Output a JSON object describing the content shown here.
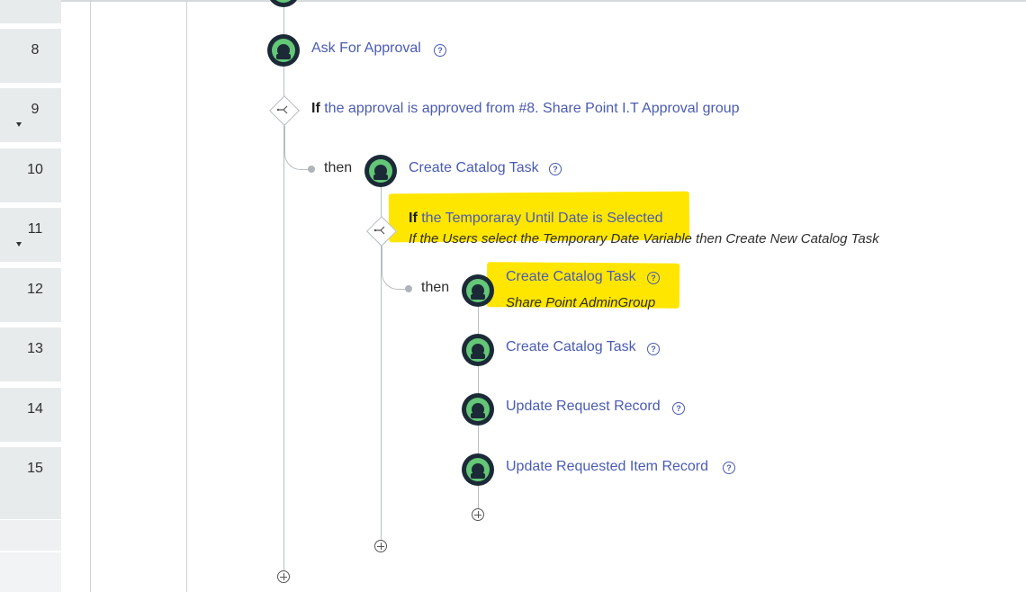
{
  "rows": [
    {
      "num": "8",
      "expandable": false
    },
    {
      "num": "9",
      "expandable": true
    },
    {
      "num": "10",
      "expandable": false
    },
    {
      "num": "11",
      "expandable": true
    },
    {
      "num": "12",
      "expandable": false
    },
    {
      "num": "13",
      "expandable": false
    },
    {
      "num": "14",
      "expandable": false
    },
    {
      "num": "15",
      "expandable": false
    }
  ],
  "steps": {
    "ask_approval": "Ask For Approval",
    "if1_keyword": "If",
    "if1_condition": "the approval is approved from #8. Share Point I.T Approval group",
    "then1": "then",
    "create_task_1": "Create Catalog Task",
    "if2_keyword": "If",
    "if2_condition": "the Temporaray Until Date is Selected",
    "if2_annotation": "If the Users select the Temporary Date Variable then Create New Catalog Task",
    "then2": "then",
    "create_task_2": "Create Catalog Task",
    "create_task_2_annotation": "Share Point AdminGroup",
    "create_task_3": "Create Catalog Task",
    "update_request": "Update Request Record",
    "update_requested_item": "Update Requested Item Record"
  },
  "icons": {
    "help": "question-circle-icon",
    "action": "action-step-icon",
    "condition": "branch-icon",
    "add": "plus-circle-icon"
  },
  "colors": {
    "link": "#4a5bb2",
    "highlight": "#ffe600",
    "step_ring": "#63c777",
    "step_dark": "#1b2a36"
  }
}
